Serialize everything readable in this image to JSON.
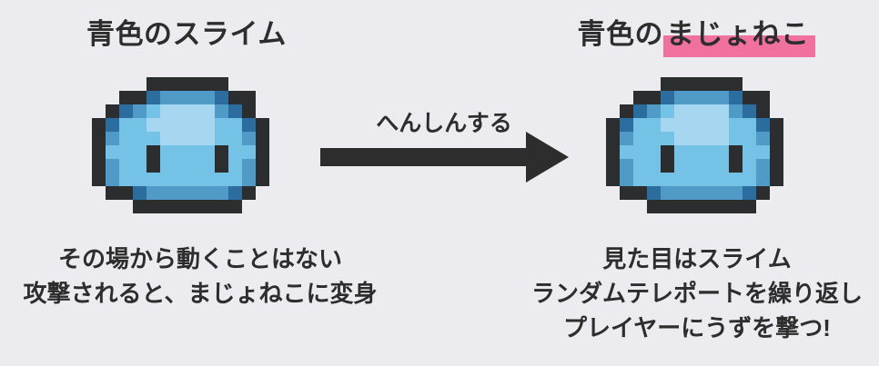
{
  "colors": {
    "background": "#ececf0",
    "ink": "#2d2d2d",
    "highlight_pink": "#f0719e",
    "slime_outline": "#2c2d2f",
    "slime_main": "#74c3e7",
    "slime_light": "#a7d7f0",
    "slime_mid": "#4f9ac6",
    "slime_dark": "#2a6d9e"
  },
  "left": {
    "title": "青色のスライム",
    "caption_lines": [
      "その場から動くことはない",
      "攻撃されると、まじょねこに変身"
    ]
  },
  "right": {
    "title_prefix": "青色の",
    "title_highlight": "まじょねこ",
    "caption_lines": [
      "見た目はスライム",
      "ランダムテレポートを繰り返し",
      "プレイヤーにうずを撃つ!"
    ]
  },
  "transform": {
    "label": "へんしんする"
  },
  "sprite": {
    "name": "blue-slime-pixel-art",
    "cell_size": 15,
    "palette": {
      "K": "#2c2d2f",
      "D": "#2a6d9e",
      "M": "#4f9ac6",
      "B": "#74c3e7",
      "L": "#a7d7f0"
    },
    "grid": [
      "....KKKKKK...",
      "..KKDMMMMDKK.",
      ".KDMBLLLLMDK.",
      "KDBBLLLLLBBDK",
      "KMBBBLLLLBBMK",
      "KBBBKBBBBKBBK",
      "KMBBKBBBBKBMK",
      "KMBBBBBBBBBMK",
      ".KKDMMMMMMDK.",
      "...KKKKKKKK.."
    ]
  }
}
